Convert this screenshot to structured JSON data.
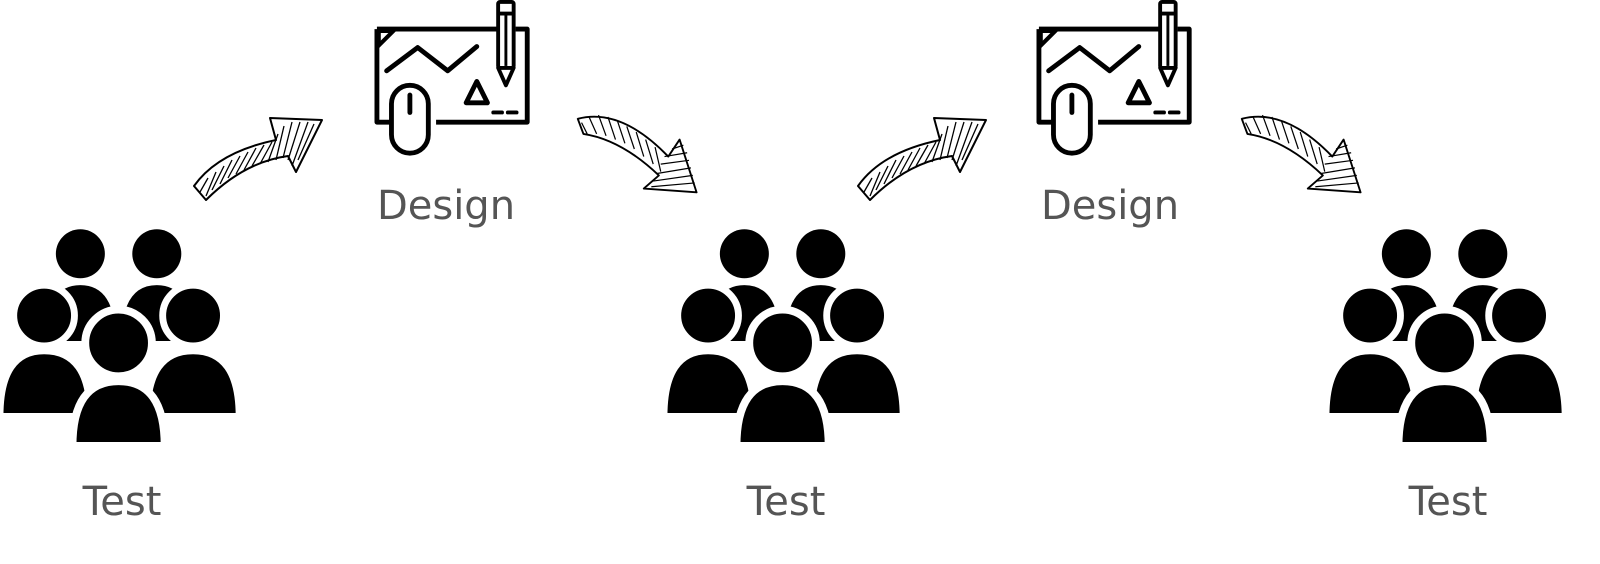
{
  "diagram": {
    "steps": [
      {
        "kind": "test",
        "label": "Test",
        "icon": "users-group-icon"
      },
      {
        "kind": "design",
        "label": "Design",
        "icon": "design-drawing-icon"
      },
      {
        "kind": "test",
        "label": "Test",
        "icon": "users-group-icon"
      },
      {
        "kind": "design",
        "label": "Design",
        "icon": "design-drawing-icon"
      },
      {
        "kind": "test",
        "label": "Test",
        "icon": "users-group-icon"
      }
    ],
    "arrows": [
      {
        "icon": "sketched-arrow-up-icon"
      },
      {
        "icon": "sketched-arrow-down-icon"
      },
      {
        "icon": "sketched-arrow-up-icon"
      },
      {
        "icon": "sketched-arrow-down-icon"
      }
    ],
    "colors": {
      "icon": "#000000",
      "label": "#555555",
      "background": "#ffffff"
    }
  }
}
